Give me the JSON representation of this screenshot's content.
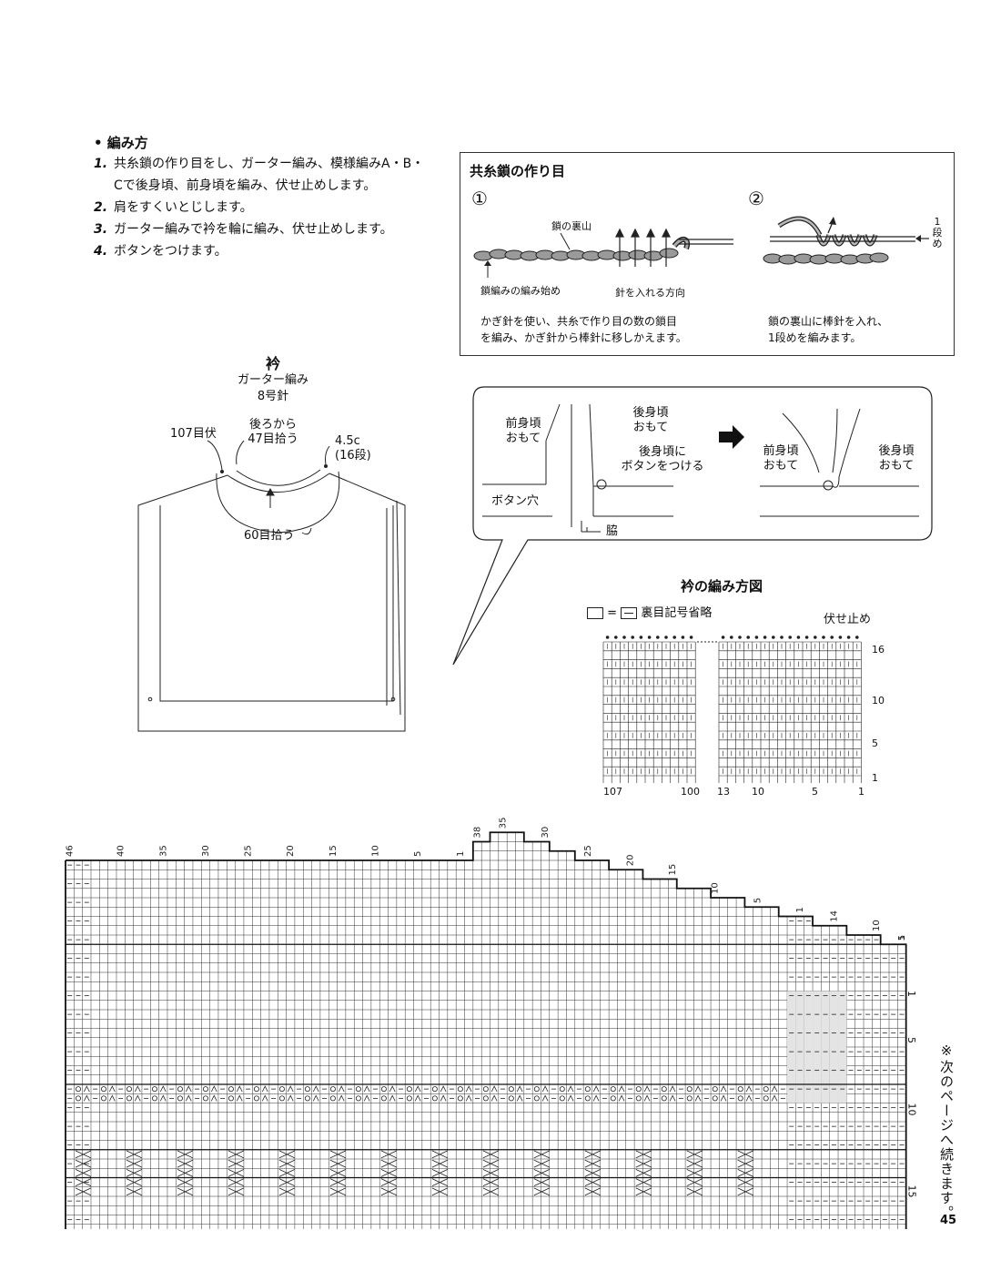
{
  "instructions": {
    "heading": "• 編み方",
    "steps": [
      {
        "num": "1.",
        "text": "共糸鎖の作り目をし、ガーター編み、模様編みA・B・"
      },
      {
        "num": "",
        "text": "Cで後身頃、前身頃を編み、伏せ止めします。"
      },
      {
        "num": "2.",
        "text": "肩をすくいとじします。"
      },
      {
        "num": "3.",
        "text": "ガーター編みで衿を輪に編み、伏せ止めします。"
      },
      {
        "num": "4.",
        "text": "ボタンをつけます。"
      }
    ]
  },
  "chain_cast_on": {
    "title": "共糸鎖の作り目",
    "step1_number": "①",
    "step2_number": "②",
    "label_back_loop": "鎖の裏山",
    "label_chain_start": "鎖編みの編み始め",
    "label_needle_direction": "針を入れる方向",
    "label_row1_line1": "1",
    "label_row1_line2": "段",
    "label_row1_line3": "め",
    "caption1_line1": "かぎ針を使い、共糸で作り目の数の鎖目",
    "caption1_line2": "を編み、かぎ針から棒針に移しかえます。",
    "caption2_line1": "鎖の裏山に棒針を入れ、",
    "caption2_line2": "1段めを編みます。"
  },
  "collar": {
    "title": "衿",
    "stitch": "ガーター編み",
    "needle": "8号針",
    "bind_off": "107目伏",
    "back_pickup_line1": "後ろから",
    "back_pickup_line2": "47目拾う",
    "depth_line1": "4.5c",
    "depth_line2": "(16段)",
    "front_pickup": "60目拾う"
  },
  "button_detail": {
    "front_face": "前身頃\nおもて",
    "back_face": "後身頃\nおもて",
    "attach_button": "後身頃に\nボタンをつける",
    "buttonhole": "ボタン穴",
    "side": "脇",
    "front_face_after": "前身頃\nおもて",
    "back_face_after": "後身頃\nおもて"
  },
  "collar_chart": {
    "title": "衿の編み方図",
    "legend_text": "裏目記号省略",
    "legend_equals": "=",
    "bind_off": "伏せ止め",
    "row_labels": [
      "16",
      "10",
      "5",
      "1"
    ],
    "col_labels": [
      "107",
      "100",
      "13",
      "10",
      "5",
      "1"
    ]
  },
  "main_chart": {
    "top_col_labels": [
      "46",
      "40",
      "35",
      "30",
      "25",
      "20",
      "15",
      "10",
      "5",
      "1",
      "38",
      "35",
      "30",
      "25",
      "20",
      "15",
      "10",
      "5",
      "1",
      "14",
      "10",
      "5",
      "1"
    ],
    "right_row_labels": [
      "1",
      "5",
      "10",
      "15"
    ]
  },
  "continued_note": "※次のページへ続きます。",
  "page_number": "45"
}
